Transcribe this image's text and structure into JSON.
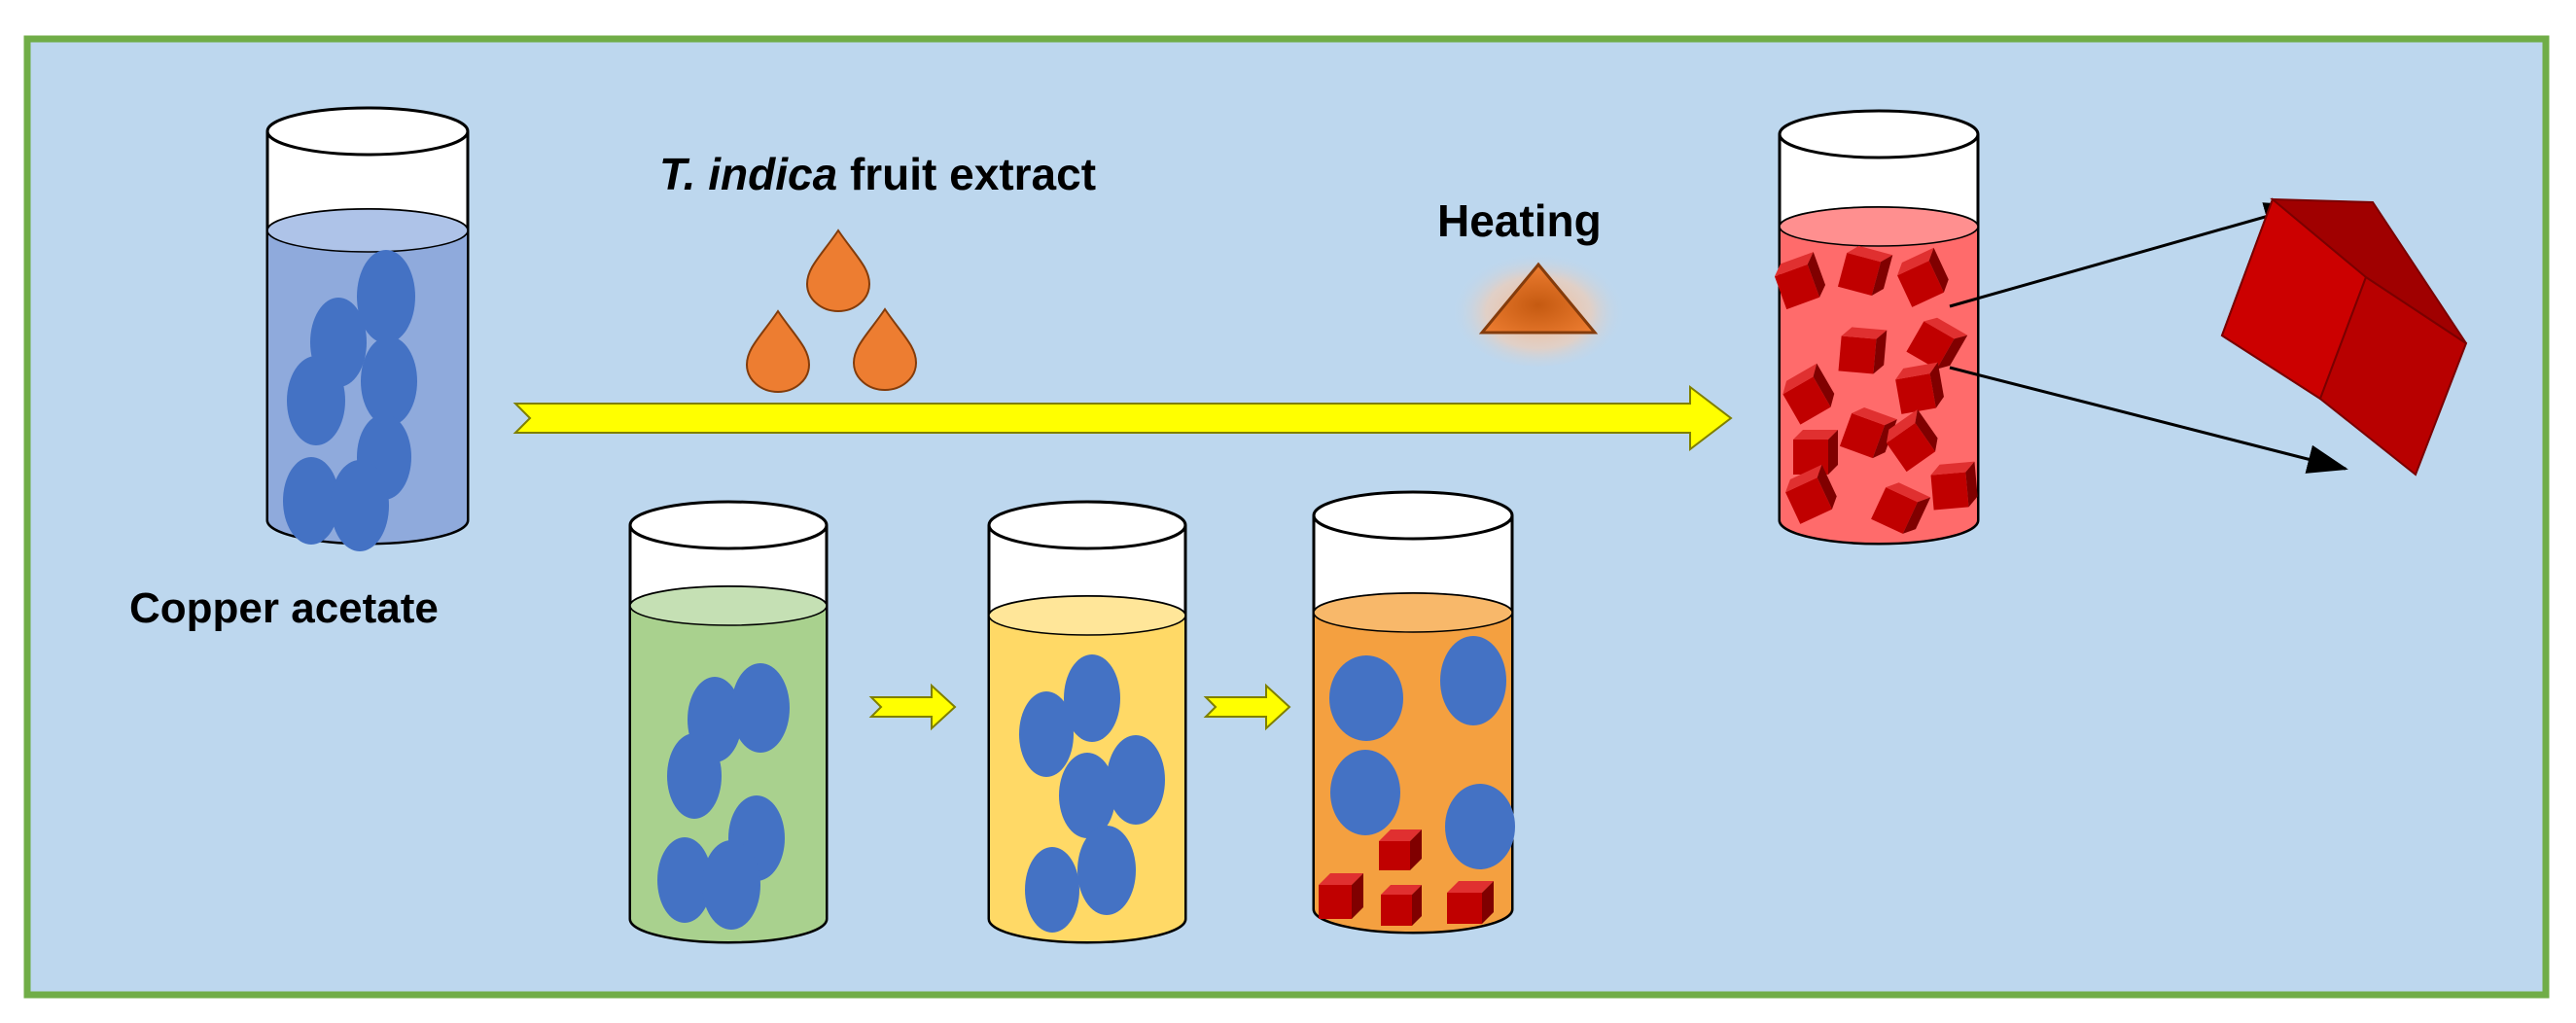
{
  "labels": {
    "extract_species": "T. indica",
    "extract_rest": " fruit extract",
    "heating": "Heating",
    "precursor": "Copper acetate"
  },
  "colors": {
    "panel_bg": "#bdd7ee",
    "panel_border": "#70ad47",
    "copper_acetate_solution": "#8faadc",
    "mixed_green": "#a9d18e",
    "mixed_yellow": "#ffd966",
    "mixed_orange": "#f4a040",
    "final_red": "#ff6b6b",
    "particle_blue": "#4472c4",
    "cube_red": "#c00000",
    "drop_orange": "#ed7d31",
    "flow_arrow": "#ffff00"
  },
  "icons": [
    "beaker-icon",
    "drop-icon",
    "heat-triangle-icon",
    "cube-icon",
    "arrow-icon"
  ]
}
